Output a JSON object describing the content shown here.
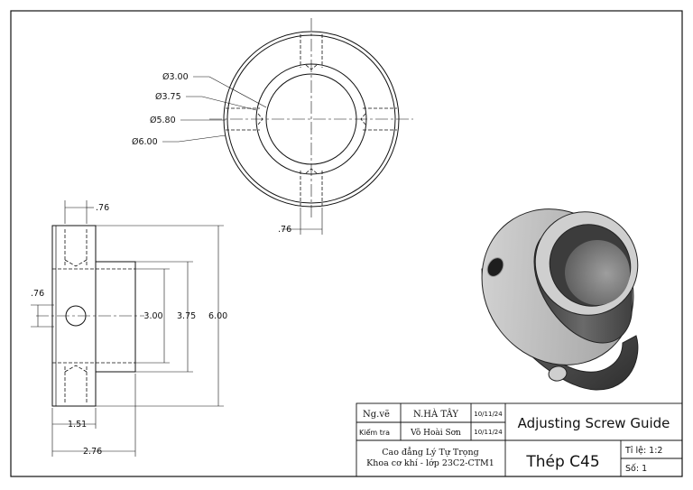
{
  "drawing": {
    "top_view": {
      "diameters": [
        "Ø3.00",
        "Ø3.75",
        "Ø5.80",
        "Ø6.00"
      ],
      "slot_width": ".76"
    },
    "section_view": {
      "top_slot": ".76",
      "hole_offset": ".76",
      "bore_dia": "3.00",
      "hub_dia": "3.75",
      "outer_dia": "6.00",
      "flange_len": "1.51",
      "total_len": "2.76"
    }
  },
  "title_block": {
    "drawn_label": "Ng.vẽ",
    "drawn_name": "N.HÀ TÂY",
    "drawn_date": "10/11/24",
    "checked_label": "Kiểm tra",
    "checked_name": "Võ Hoài Sơn",
    "checked_date": "10/11/24",
    "title": "Adjusting Screw Guide",
    "school_line1": "Cao đẳng Lý Tự Trọng",
    "school_line2": "Khoa cơ khí - lớp 23C2-CTM1",
    "material": "Thép C45",
    "scale": "Tỉ lệ: 1:2",
    "sheet_no": "Số: 1"
  },
  "colors": {
    "line": "#111111",
    "body_dark": "#4a4a4a",
    "body_light": "#b8b8b8"
  }
}
